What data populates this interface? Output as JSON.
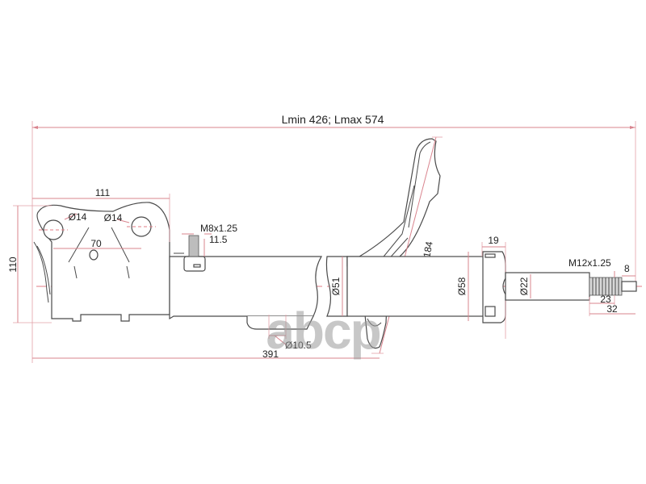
{
  "drawing": {
    "title": "Lmin 426; Lmax 574",
    "watermark": "abcp",
    "colors": {
      "dimension_line": "#d9848e",
      "part_outline": "#4a4a4a",
      "background": "#ffffff",
      "watermark": "#9a9a9a"
    },
    "dimensions": {
      "bracket_width": "111",
      "bracket_height": "110",
      "hole_left": "Ø14",
      "hole_right": "Ø14",
      "hole_spacing": "70",
      "bolt_thread": "M8x1.25",
      "bolt_length": "11.5",
      "body_diameter": "Ø51",
      "lower_hole": "Ø10.5",
      "body_length": "391",
      "spring_seat_height": "184",
      "top_mount_width": "19",
      "top_mount_diameter": "Ø58",
      "rod_diameter": "Ø22",
      "rod_thread": "M12x1.25",
      "tip_length": "8",
      "thread_length": "23",
      "rod_end_length": "32"
    }
  }
}
